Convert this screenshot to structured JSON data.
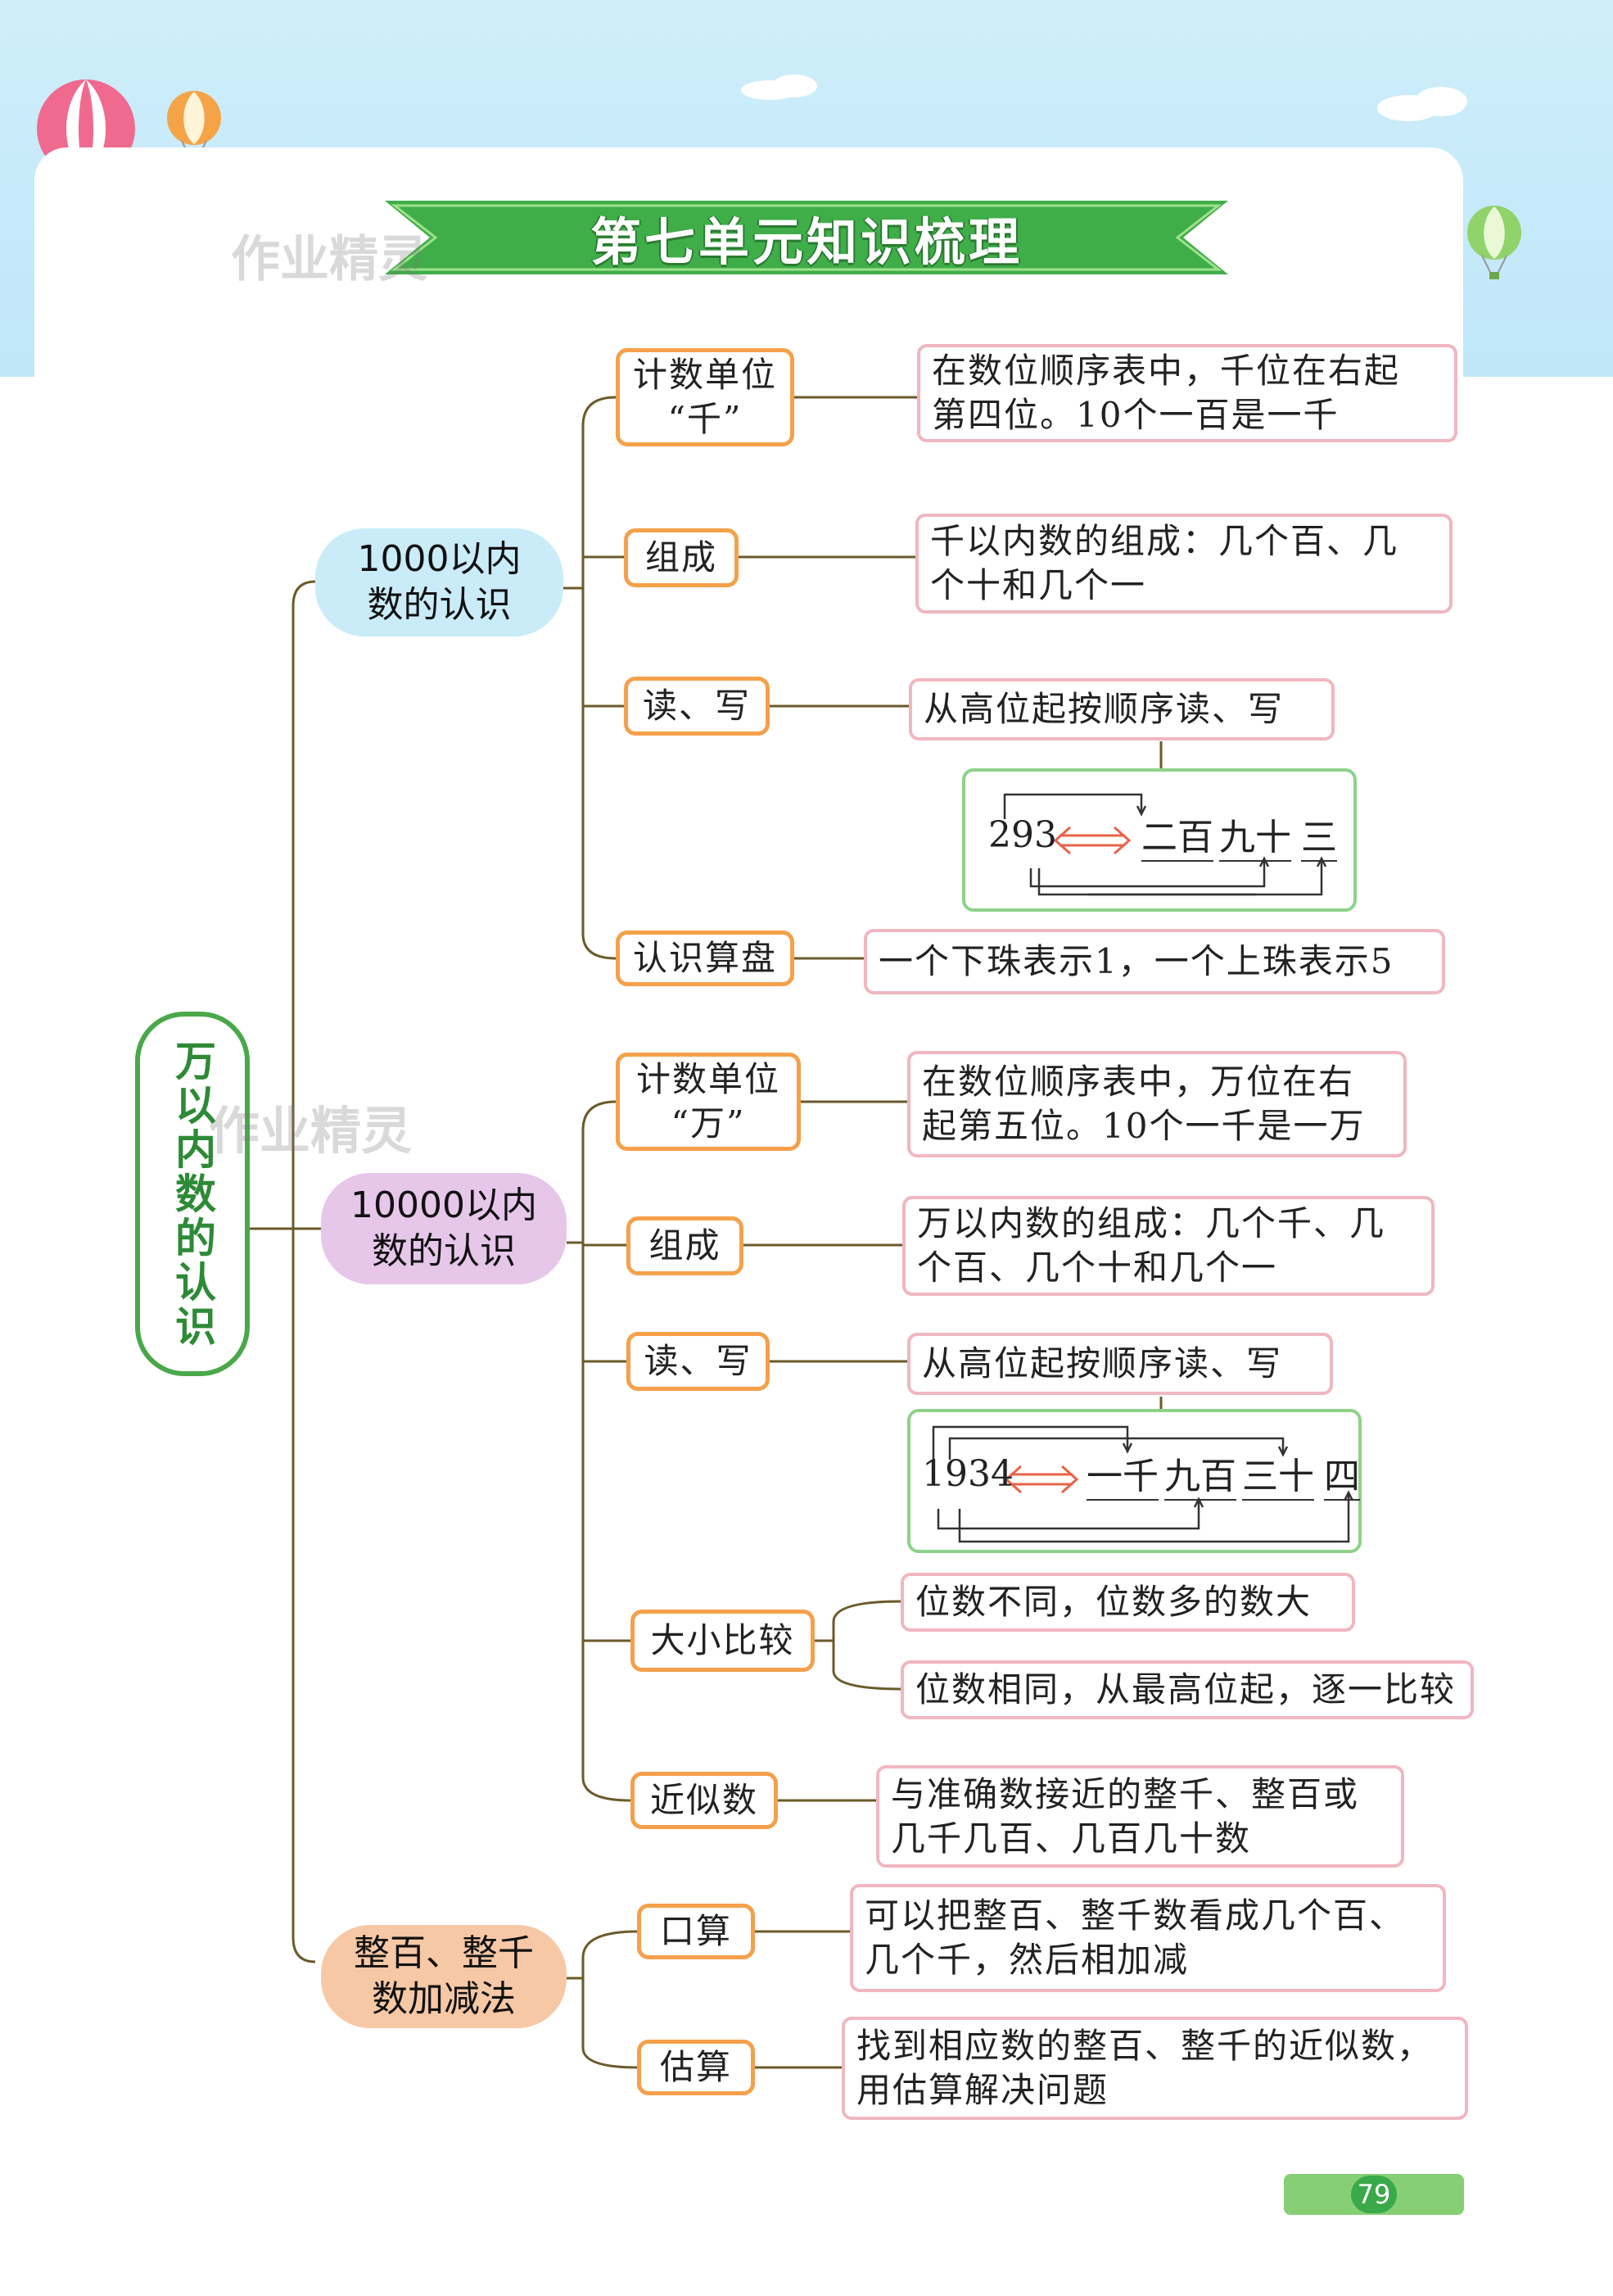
{
  "header": {
    "title": "第七单元知识梳理"
  },
  "watermarks": [
    "作业精灵",
    "作业精灵"
  ],
  "root": {
    "label": "万以内数的认识"
  },
  "sections": [
    {
      "label": "1000以内\n数的认识"
    },
    {
      "label": "10000以内\n数的认识"
    },
    {
      "label": "整百、整千\n数加减法"
    }
  ],
  "nodes": {
    "s1_unit": "计数单位\n“千”",
    "s1_comp": "组成",
    "s1_rw": "读、写",
    "s1_abacus": "认识算盘",
    "s2_unit": "计数单位\n“万”",
    "s2_comp": "组成",
    "s2_rw": "读、写",
    "s2_compare": "大小比较",
    "s2_approx": "近似数",
    "s3_mental": "口算",
    "s3_estimate": "估算"
  },
  "leaves": {
    "s1_unit": "在数位顺序表中，千位在右起\n第四位。10个一百是一千",
    "s1_comp": "千以内数的组成：几个百、几\n个十和几个一",
    "s1_rw": "从高位起按顺序读、写",
    "s1_abacus": "一个下珠表示1，一个上珠表示5",
    "s2_unit": "在数位顺序表中，万位在右\n起第五位。10个一千是一万",
    "s2_comp": "万以内数的组成：几个千、几\n个百、几个十和几个一",
    "s2_rw": "从高位起按顺序读、写",
    "s2_compare_a": "位数不同，位数多的数大",
    "s2_compare_b": "位数相同，从最高位起，逐一比较",
    "s2_approx": "与准确数接近的整千、整百或\n几千几百、几百几十数",
    "s3_mental": "可以把整百、整千数看成几个百、\n几个千，然后相加减",
    "s3_estimate": "找到相应数的整百、整千的近似数，\n用估算解决问题"
  },
  "examples": {
    "ex1": {
      "number": "293",
      "parts": [
        "二百",
        "九十",
        "三"
      ]
    },
    "ex2": {
      "number": "1934",
      "parts": [
        "一千",
        "九百",
        "三十",
        "四"
      ]
    }
  },
  "page_number": "79",
  "colors": {
    "title_band": "#3fae49",
    "section1": "#c9ecf8",
    "section2": "#e6c7ea",
    "section3": "#f7c8a6",
    "root_border": "#4aa84a",
    "mid_border": "#f5a04a",
    "leaf_border": "#f1b6c0",
    "example_border": "#8fd18a",
    "arrow": "#e8634a",
    "connector": "#6b5a2a"
  }
}
